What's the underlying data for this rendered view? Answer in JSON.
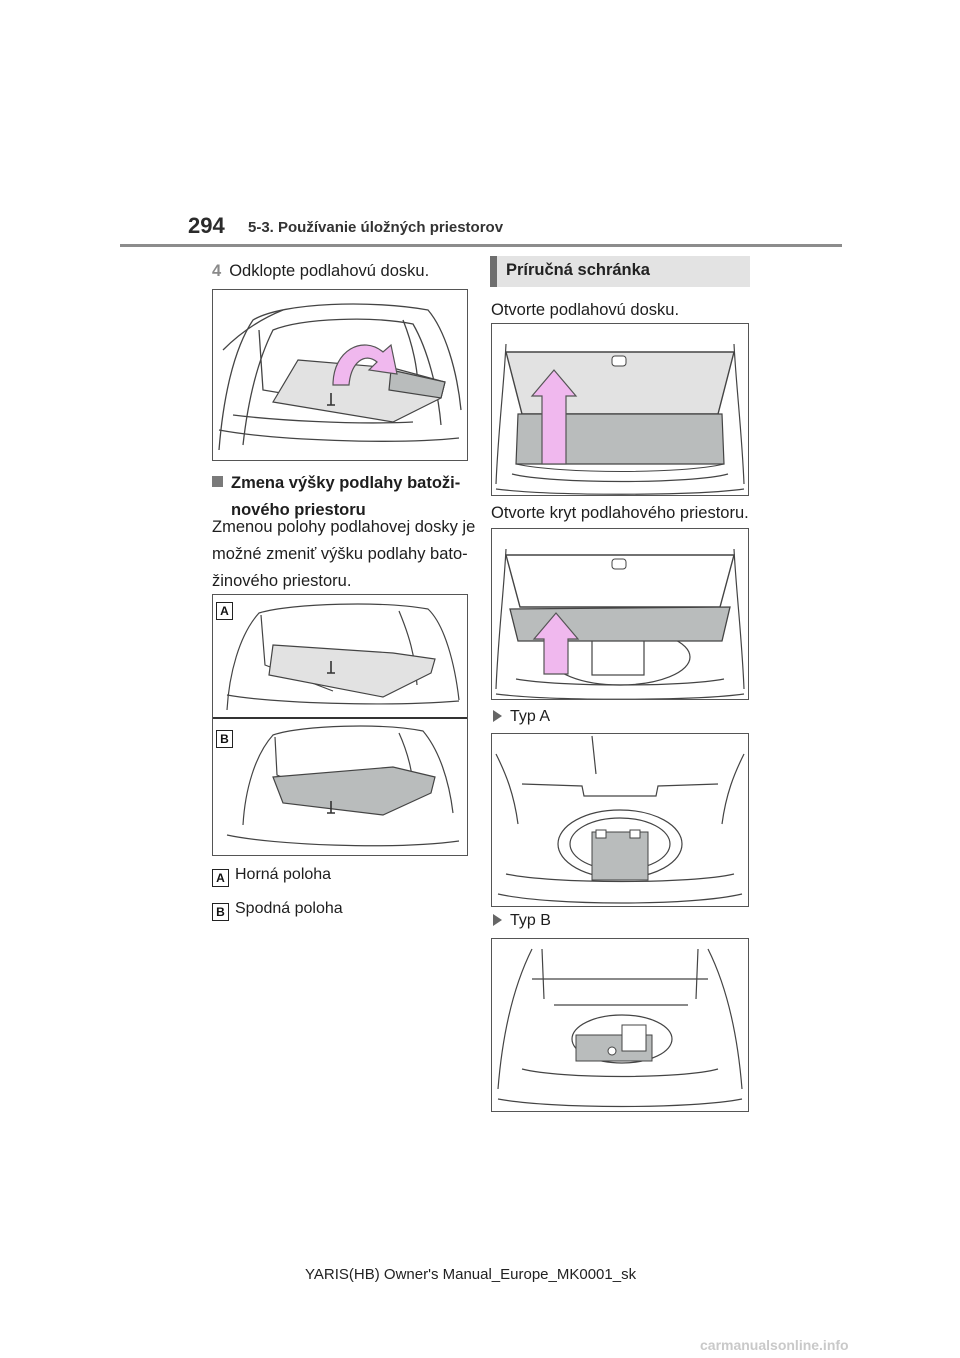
{
  "page": {
    "number": "294",
    "section": "5-3. Používanie úložných priestorov",
    "footer": "YARIS(HB) Owner's Manual_Europe_MK0001_sk",
    "watermark": "carmanualsonline.info"
  },
  "left": {
    "step": {
      "num": "4",
      "text": "Odklopte podlahovú dosku."
    },
    "subheading": {
      "line1": "Zmena výšky podlahy batoži-",
      "line2": "nového priestoru"
    },
    "body": [
      "Zmenou polohy podlahovej dosky je",
      "možné zmeniť výšku podlahy bato-",
      "žinového priestoru."
    ],
    "figure_labels": {
      "a": "A",
      "b": "B"
    },
    "legend": [
      {
        "key": "A",
        "text": "Horná poloha"
      },
      {
        "key": "B",
        "text": "Spodná poloha"
      }
    ]
  },
  "right": {
    "section_title": "Príručná schránka",
    "text1": "Otvorte podlahovú dosku.",
    "text2": "Otvorte kryt podlahového priestoru.",
    "type_a": "Typ A",
    "type_b": "Typ B"
  },
  "colors": {
    "arrow": "#f0b8ee",
    "arrow_stroke": "#555555",
    "gray_fill": "#b9bcbc",
    "light_fill": "#e2e2e2"
  },
  "icons": [
    "curved-arrow-icon",
    "up-arrow-icon",
    "square-bullet-icon",
    "triangle-bullet-icon"
  ]
}
